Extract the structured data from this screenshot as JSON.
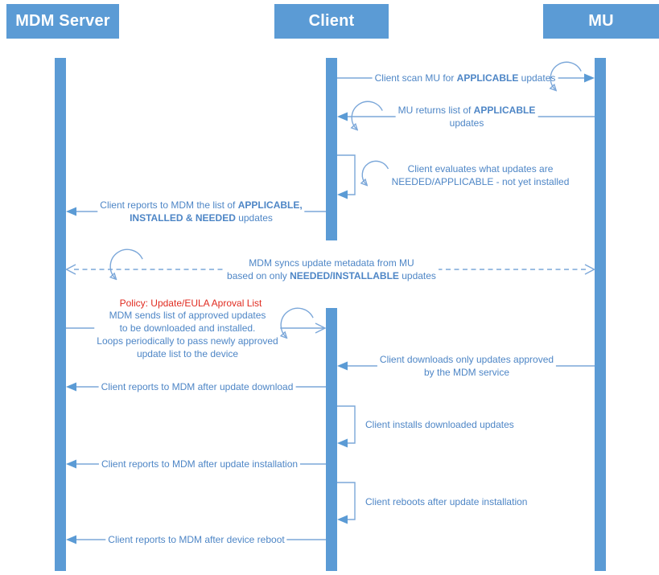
{
  "actors": {
    "mdm": "MDM Server",
    "client": "Client",
    "mu": "MU"
  },
  "colors": {
    "actor_fill": "#5b9bd5",
    "lifeline_fill": "#5b9bd5",
    "line": "#7ba7d9",
    "label_text": "#4e86c6",
    "policy_text": "#e02b20"
  },
  "messages": {
    "scan": {
      "pre": "Client scan MU for ",
      "bold": "APPLICABLE",
      "post": " updates"
    },
    "mu_returns": {
      "l1_pre": "MU returns list of ",
      "l1_bold": "APPLICABLE",
      "l2": "updates"
    },
    "evaluate": {
      "l1": "Client evaluates what updates are",
      "l2": "NEEDED/APPLICABLE - not yet installed"
    },
    "report_list": {
      "l1_pre": "Client reports to MDM the list of ",
      "l1_bold": "APPLICABLE,",
      "l2_bold": "INSTALLED & NEEDED",
      "l2_post": " updates"
    },
    "sync": {
      "l1": "MDM syncs update metadata from MU",
      "l2_pre": "based on only ",
      "l2_bold": "NEEDED/INSTALLABLE",
      "l2_post": " updates"
    },
    "policy": "Policy: Update/EULA Aproval List",
    "approved": {
      "l1": "MDM sends list of approved updates",
      "l2": "to be downloaded and installed.",
      "l3": "Loops periodically to pass newly approved",
      "l4": "update list to the device"
    },
    "download": {
      "l1": "Client downloads only updates approved",
      "l2": "by the MDM service"
    },
    "report_download": "Client reports to MDM after update download",
    "install": "Client installs downloaded updates",
    "report_install": "Client reports to MDM after update installation",
    "reboot": "Client reboots after update installation",
    "report_reboot": "Client reports to MDM after device reboot"
  }
}
